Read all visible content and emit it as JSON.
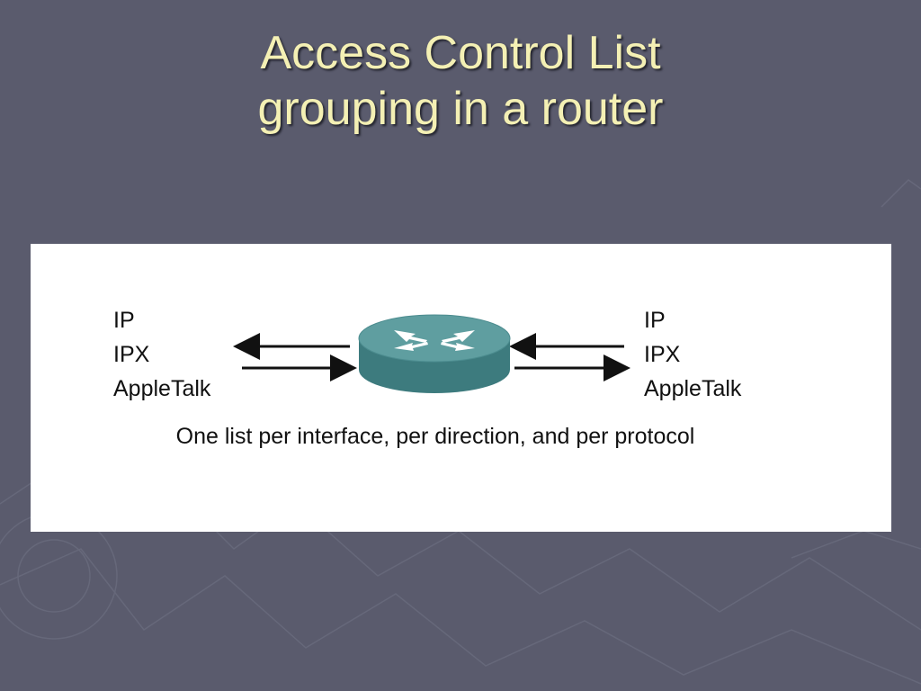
{
  "slide": {
    "title_line1": "Access Control List",
    "title_line2": "grouping in a router"
  },
  "diagram": {
    "left_protocols": [
      "IP",
      "IPX",
      "AppleTalk"
    ],
    "right_protocols": [
      "IP",
      "IPX",
      "AppleTalk"
    ],
    "caption": "One list per interface, per direction, and per protocol",
    "router_icon": "router-icon",
    "colors": {
      "background": "#5a5b6d",
      "title": "#f4f0b4",
      "router_top": "#5f9ea0",
      "router_side": "#3d7b7e"
    }
  }
}
